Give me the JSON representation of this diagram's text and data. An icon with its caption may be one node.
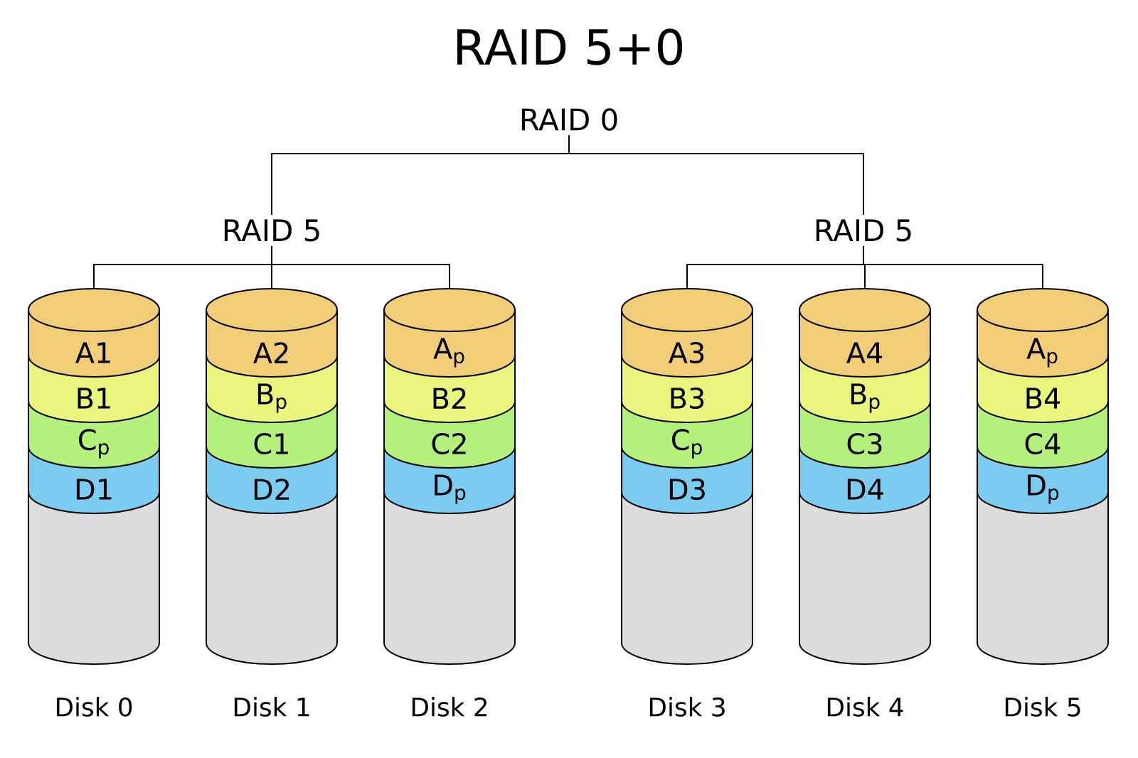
{
  "diagram": {
    "title": "RAID 5+0",
    "nodes": [
      {
        "text": [
          "RAID 0"
        ]
      },
      {
        "text": [
          "RAID 5"
        ]
      },
      {
        "text": [
          "RAID 5"
        ]
      },
      {
        "text": [
          "A1",
          "B1",
          "C$_{p}$",
          "D1"
        ],
        "beside": [
          "Disk 0"
        ]
      },
      {
        "text": [
          "A2",
          "B$_{p}$",
          "C1",
          "D2"
        ],
        "beside": [
          "Disk 1"
        ]
      },
      {
        "text": [
          "A$_{p}$",
          "B2",
          "C2",
          "D$_{p}$"
        ],
        "beside": [
          "Disk 2"
        ]
      },
      {
        "text": [
          "A3",
          "B3",
          "C$_{p}$",
          "D3"
        ],
        "beside": [
          "Disk 3"
        ]
      },
      {
        "text": [
          "A4",
          "B$_{p}$",
          "C3",
          "D4"
        ],
        "beside": [
          "Disk 4"
        ]
      },
      {
        "text": [
          "A$_{p}$",
          "B4",
          "C4",
          "D$_{p}$"
        ],
        "beside": [
          "Disk 5"
        ]
      }
    ],
    "edges": [
      {
        "from": 0,
        "to": 1,
        "arrow": "none"
      },
      {
        "from": 0,
        "to": 2,
        "arrow": "none"
      },
      {
        "from": 1,
        "to": 3,
        "arrow": "none"
      },
      {
        "from": 1,
        "to": 4,
        "arrow": "none"
      },
      {
        "from": 1,
        "to": 5,
        "arrow": "none"
      },
      {
        "from": 2,
        "to": 6,
        "arrow": "none"
      },
      {
        "from": 2,
        "to": 7,
        "arrow": "none"
      },
      {
        "from": 2,
        "to": 8,
        "arrow": "none"
      }
    ]
  }
}
